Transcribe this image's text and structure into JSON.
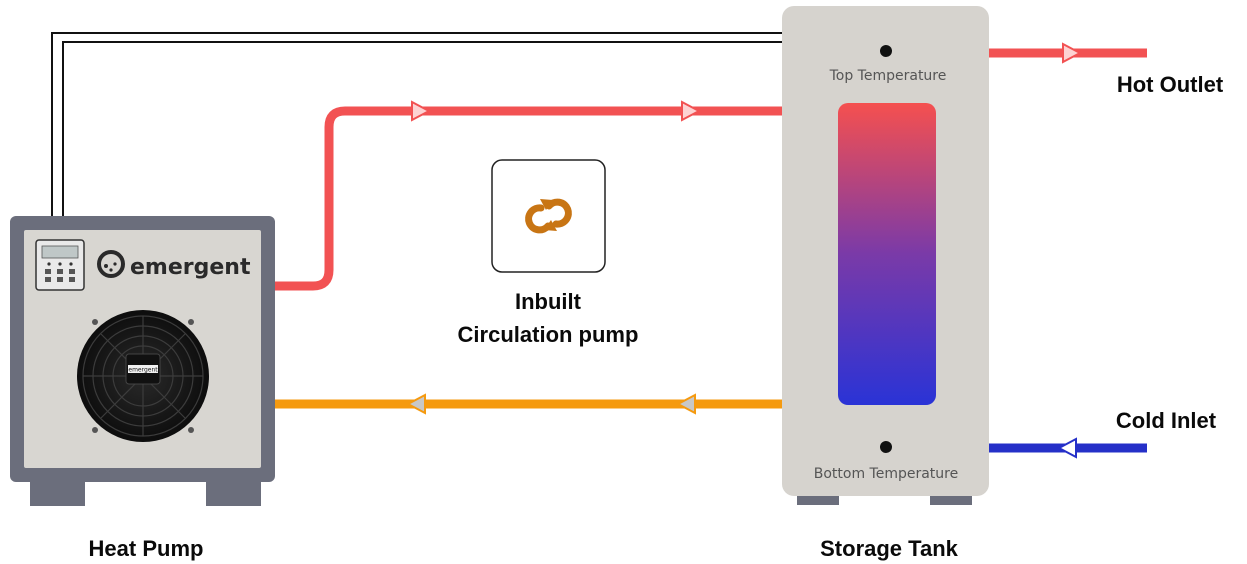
{
  "heat_pump": {
    "label": "Heat Pump",
    "brand": "emergent",
    "fan_badge": "emergent"
  },
  "storage_tank": {
    "label": "Storage Tank",
    "top_sensor_label": "Top Temperature",
    "bottom_sensor_label": "Bottom Temperature"
  },
  "pump": {
    "label_line1": "Inbuilt",
    "label_line2": "Circulation pump",
    "icon": "circulation-arrows-icon"
  },
  "outlets": {
    "hot_label": "Hot Outlet",
    "cold_label": "Cold Inlet"
  },
  "colors": {
    "hot_pipe": "#f25253",
    "return_pipe": "#f59a0f",
    "cold_pipe": "#2530c8",
    "tank_body": "#d6d3ce",
    "unit_frame": "#6b6e7c",
    "pump_icon": "#c87514",
    "gradient_top": "#f5504f",
    "gradient_bottom": "#2a33d6"
  }
}
